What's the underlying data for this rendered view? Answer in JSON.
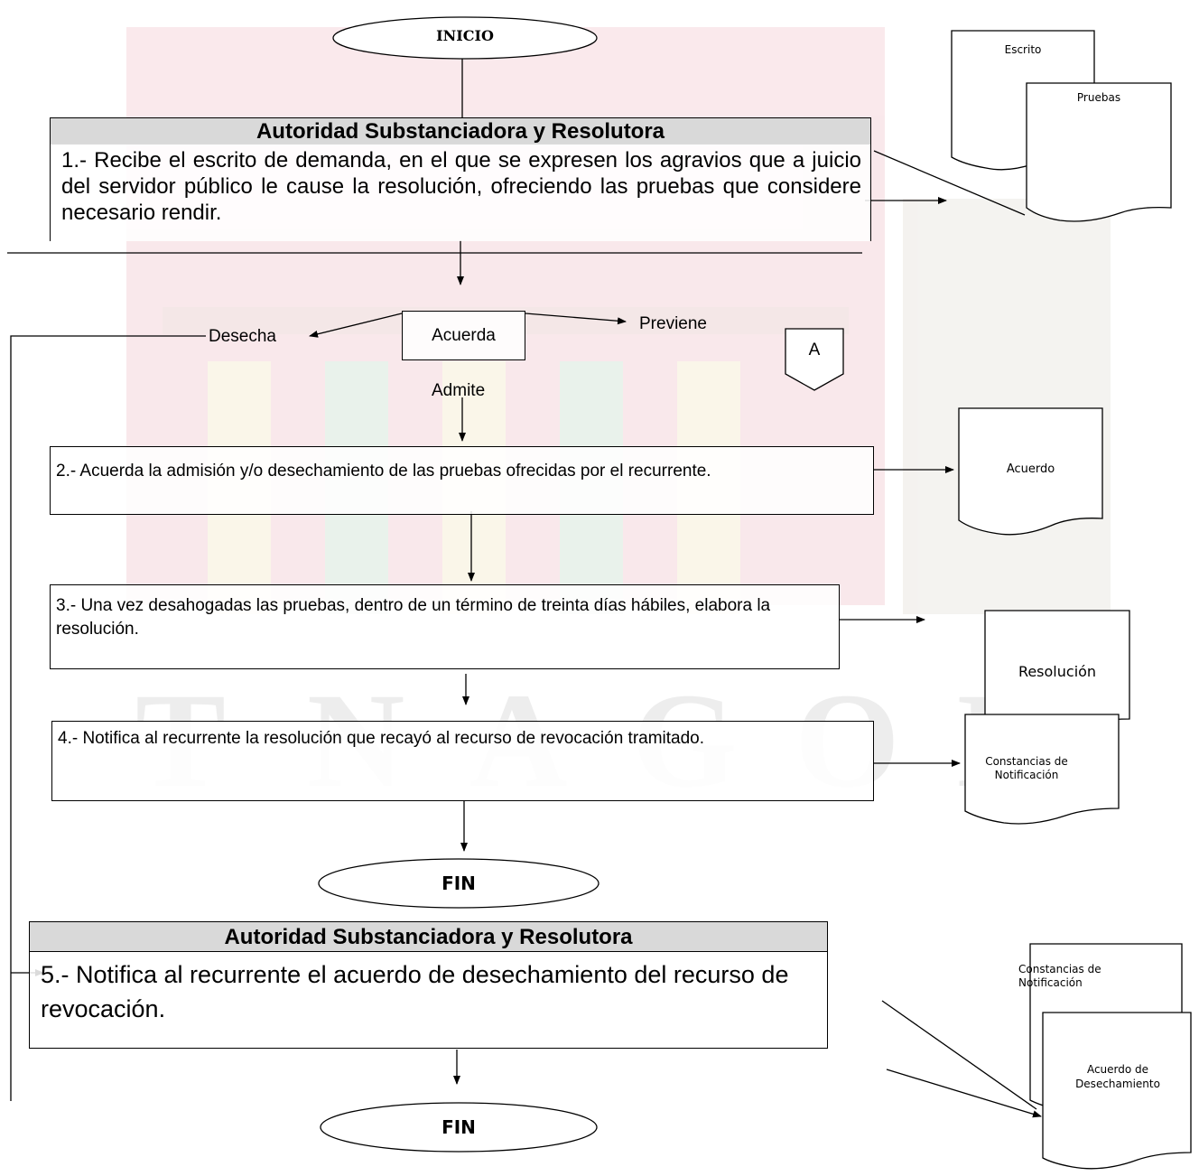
{
  "start": {
    "label": "INICIO"
  },
  "section1": {
    "header": "Autoridad Substanciadora y Resolutora",
    "step1": "1.- Recibe el escrito de demanda, en el que se expresen los agravios que a juicio del servidor público le cause la resolución, ofreciendo las pruebas que considere necesario rendir."
  },
  "docs1": {
    "escrito": "Escrito",
    "pruebas": "Pruebas"
  },
  "decision": {
    "label": "Acuerda",
    "left": "Desecha",
    "right": "Previene",
    "down": "Admite",
    "connector": "A"
  },
  "step2": "2.- Acuerda la admisión y/o desechamiento de las pruebas ofrecidas por el recurrente.",
  "doc_acuerdo": "Acuerdo",
  "step3": "3.- Una vez desahogadas las pruebas, dentro de un término de treinta días hábiles, elabora la resolución.",
  "doc_resolucion": "Resolución",
  "step4": "4.- Notifica al recurrente la resolución que recayó al recurso de revocación tramitado.",
  "doc_constancias": "Constancias de Notificación",
  "end1": {
    "label": "FIN"
  },
  "section2": {
    "header": "Autoridad Substanciadora y Resolutora",
    "step5": "5.- Notifica al recurrente el acuerdo de desechamiento del recurso de revocación."
  },
  "docs2": {
    "constancias": "Constancias de Notificación",
    "acuerdo": "Acuerdo de Desechamiento"
  },
  "end2": {
    "label": "FIN"
  }
}
